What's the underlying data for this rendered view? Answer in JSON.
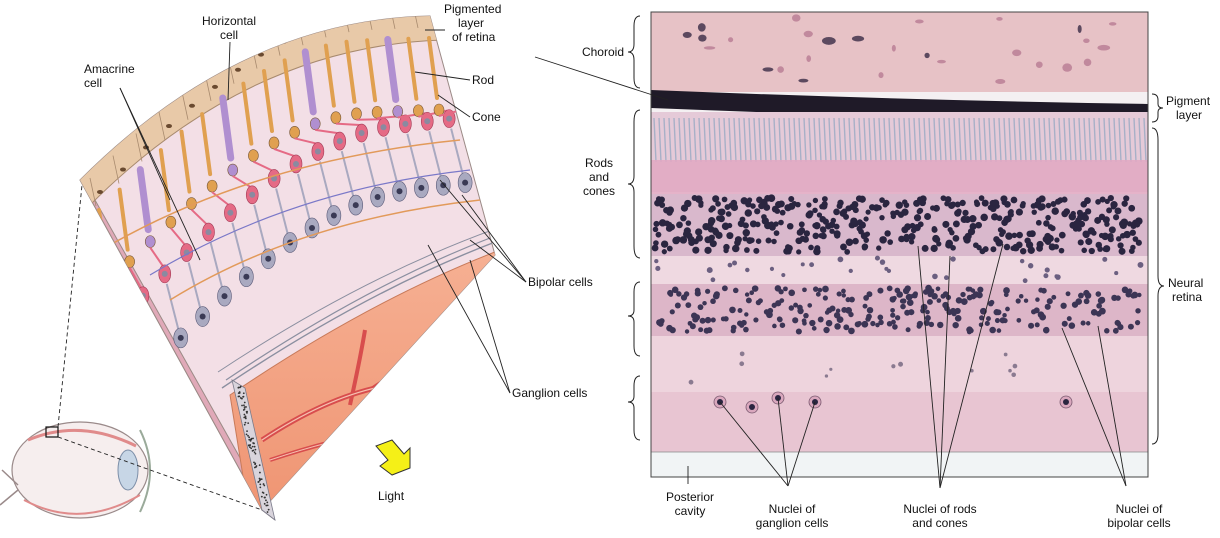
{
  "diagram": {
    "labels": {
      "pigmented_layer_line1": "Pigmented",
      "pigmented_layer_line2": "layer",
      "pigmented_layer_line3": "of retina",
      "horizontal_cell_line1": "Horizontal",
      "horizontal_cell_line2": "cell",
      "amacrine_cell_line1": "Amacrine",
      "amacrine_cell_line2": "cell",
      "rod": "Rod",
      "cone": "Cone",
      "bipolar_cells": "Bipolar cells",
      "ganglion_cells": "Ganglion cells",
      "light": "Light"
    }
  },
  "micrograph": {
    "labels": {
      "choroid": "Choroid",
      "pigment_layer_line1": "Pigment",
      "pigment_layer_line2": "layer",
      "rods_and_cones_line1": "Rods",
      "rods_and_cones_line2": "and",
      "rods_and_cones_line3": "cones",
      "neural_retina_line1": "Neural",
      "neural_retina_line2": "retina",
      "posterior_cavity_line1": "Posterior",
      "posterior_cavity_line2": "cavity",
      "nuclei_ganglion_line1": "Nuclei of",
      "nuclei_ganglion_line2": "ganglion cells",
      "nuclei_rods_cones_line1": "Nuclei of rods",
      "nuclei_rods_cones_line2": "and cones",
      "nuclei_bipolar_line1": "Nuclei of",
      "nuclei_bipolar_line2": "bipolar cells"
    }
  },
  "colors": {
    "pigment_layer": "#e8c9a8",
    "rod": "#e0a050",
    "cone": "#b08fd0",
    "bipolar": "#e56a85",
    "ganglion": "#a9a9c0",
    "fiber_layer": "#f2a07e",
    "vessel": "#d84d4d",
    "light_arrow": "#f5f017",
    "tissue_pink": "#e9b8c8",
    "nuclei_dark": "#2a2540"
  }
}
